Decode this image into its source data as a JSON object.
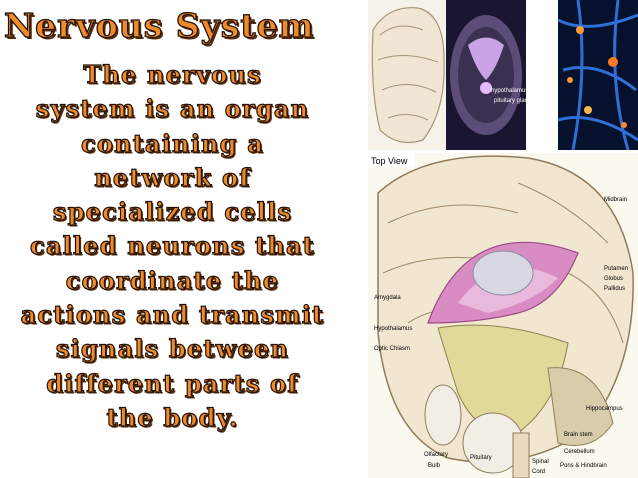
{
  "title": "Nervous System",
  "description_lines": [
    "The nervous",
    "system is an organ",
    "containing a",
    "network of",
    "specialized cells",
    "called neurons that",
    "coordinate the",
    "actions and transmit",
    "signals between",
    "different parts of",
    "the body."
  ],
  "mri_labels": {
    "hypothalamus": "hypothalamus",
    "pituitary": "pituitary gland"
  },
  "diagram": {
    "view_label": "Top View",
    "labels": {
      "midbrain": "Midbrain",
      "putamen": "Putamen",
      "globus": "Globus",
      "pallidus": "Pallidus",
      "amygdala": "Amygdala",
      "hypothalamus": "Hypothalamus",
      "optic_chiasm": "Optic Chiasm",
      "hippocampus": "Hippocampus",
      "brain_stem": "Brain stem",
      "cerebellum": "Cerebellum",
      "pons_hindbrain": "Pons & Hindbrain",
      "olfactory": "Olfactory",
      "bulb": "Bulb",
      "pituitary": "Pituitary",
      "spinal": "Spinal",
      "cord": "Cord"
    }
  },
  "colors": {
    "title_fill": "#ee8b2c",
    "title_stroke": "#231208"
  }
}
